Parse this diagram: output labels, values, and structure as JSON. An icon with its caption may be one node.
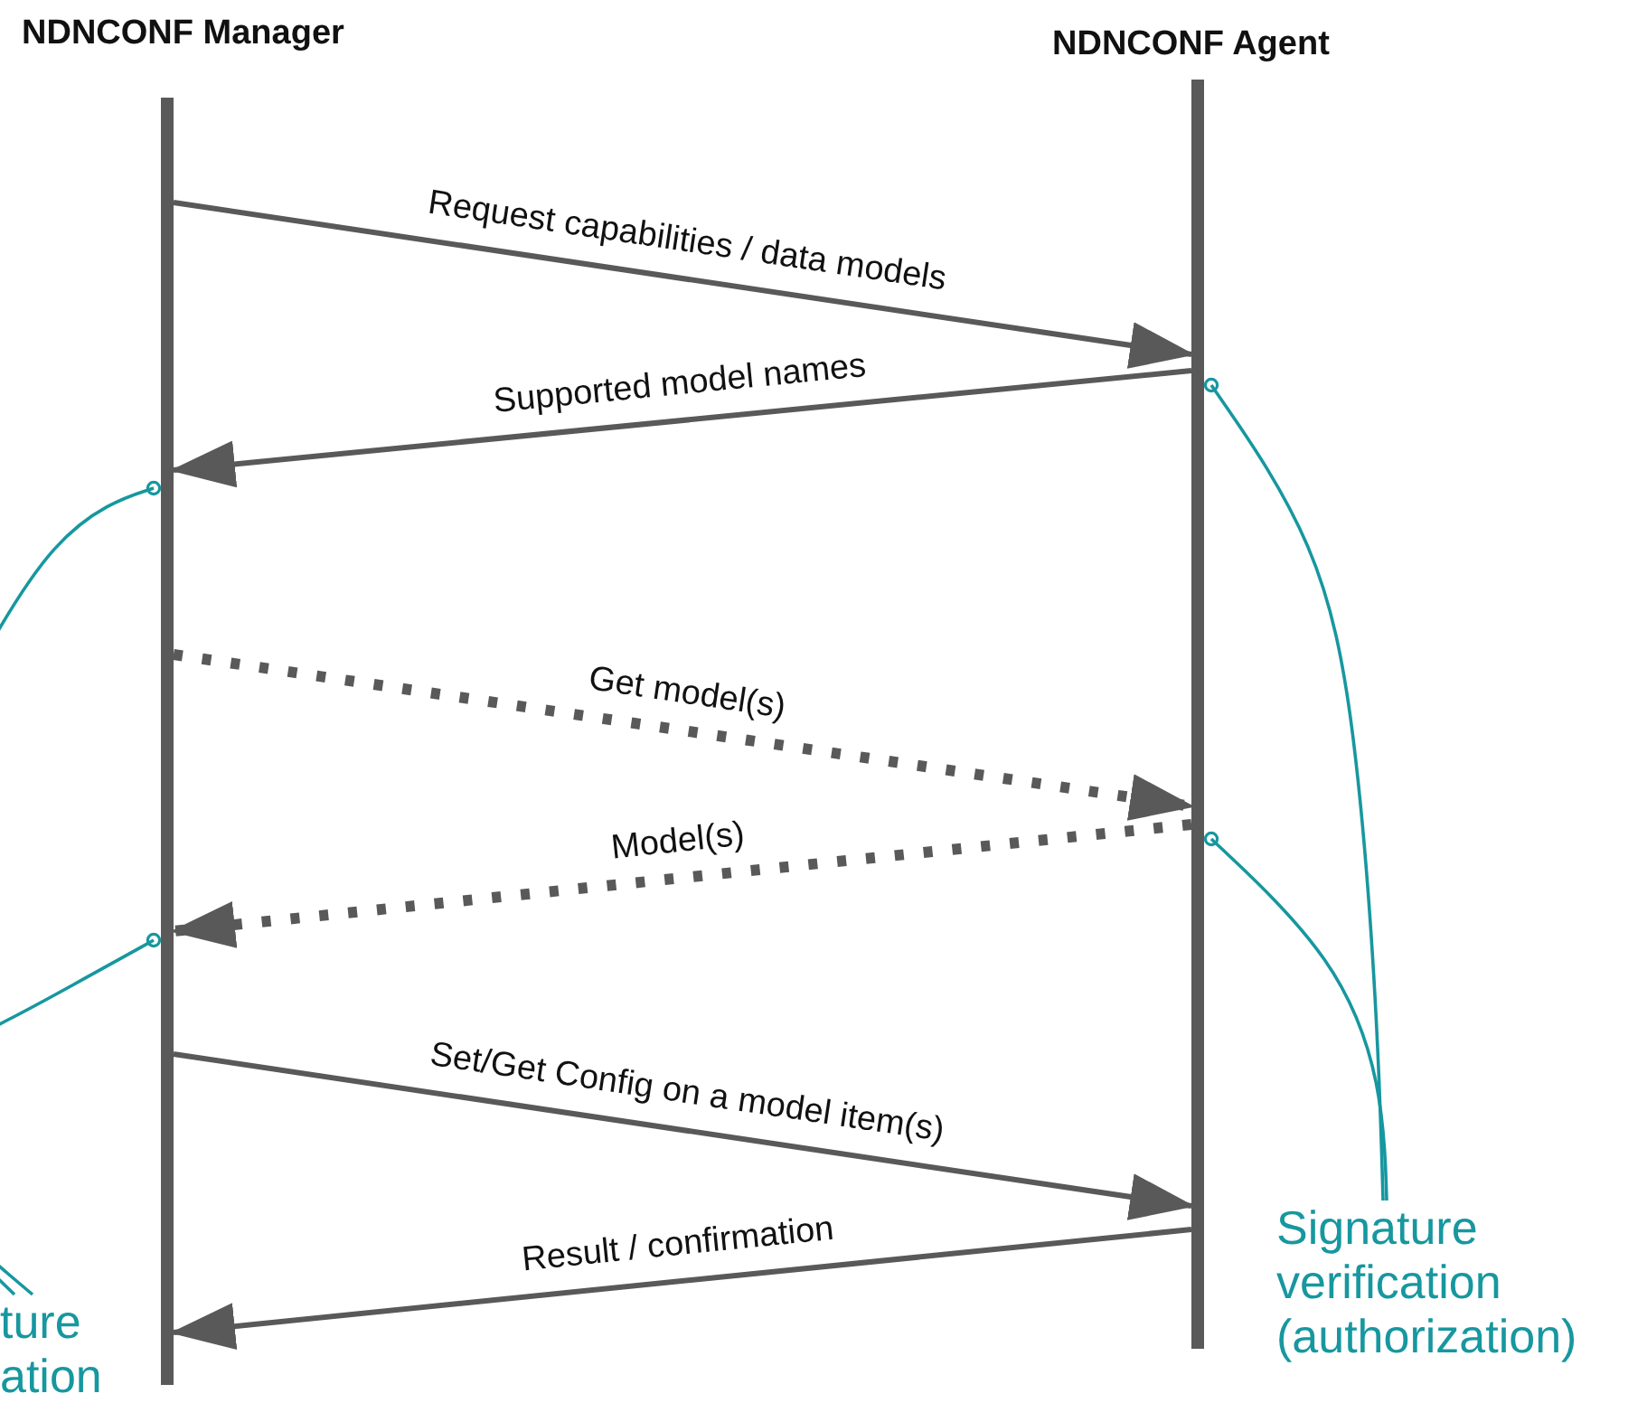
{
  "diagram": {
    "nodes": [
      {
        "text": [],
        "shape": "bar"
      },
      {
        "text": [],
        "shape": "bar"
      },
      {
        "text": [
          "Signature verification (authorization)"
        ]
      },
      {
        "text": [
          "ture ation"
        ]
      }
    ],
    "edges": [
      {
        "from": 0,
        "to": 1,
        "arrow": "to",
        "label": "Request capabilities / data models"
      },
      {
        "from": 1,
        "to": 0,
        "arrow": "to",
        "label": "Supported model names"
      },
      {
        "from": 0,
        "to": 1,
        "arrow": "to",
        "label": "Get model(s)",
        "style": "dashed"
      },
      {
        "from": 1,
        "to": 0,
        "arrow": "to",
        "label": "Model(s)",
        "style": "dashed"
      },
      {
        "from": 0,
        "to": 1,
        "arrow": "to",
        "label": "Set/Get Config on a model item(s)"
      },
      {
        "from": 1,
        "to": 0,
        "arrow": "to",
        "label": "Result / confirmation"
      },
      {
        "from": 2,
        "to": 1,
        "arrow": "other",
        "color": "#17979f"
      },
      {
        "from": 2,
        "to": 1,
        "arrow": "other",
        "color": "#17979f"
      },
      {
        "from": 3,
        "to": 0,
        "arrow": "other",
        "color": "#17979f"
      },
      {
        "from": 3,
        "to": 0,
        "arrow": "other",
        "color": "#17979f"
      }
    ],
    "labels": [
      "NDNCONF Manager",
      "NDNCONF Agent"
    ]
  }
}
